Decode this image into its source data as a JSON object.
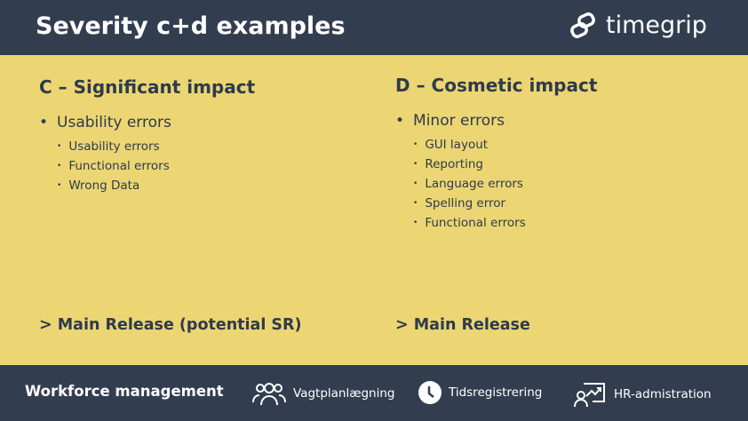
{
  "header": {
    "title": "Severity c+d examples",
    "logo_text": "timegrip"
  },
  "columns": [
    {
      "heading": "C – Significant impact",
      "bullet": "Usability errors",
      "subitems": [
        "Usability errors",
        "Functional errors",
        "Wrong Data"
      ],
      "release": "> Main Release (potential SR)"
    },
    {
      "heading": "D – Cosmetic impact",
      "bullet": "Minor errors",
      "subitems": [
        "GUI layout",
        "Reporting",
        "Language errors",
        "Spelling error",
        "Functional errors"
      ],
      "release": "> Main Release"
    }
  ],
  "footer": {
    "label": "Workforce management",
    "items": [
      {
        "label": "Vagtplanlægning",
        "icon": "people-icon"
      },
      {
        "label": "Tidsregistrering",
        "icon": "clock-icon"
      },
      {
        "label": "HR-admistration",
        "icon": "presentation-chart-icon"
      }
    ]
  }
}
